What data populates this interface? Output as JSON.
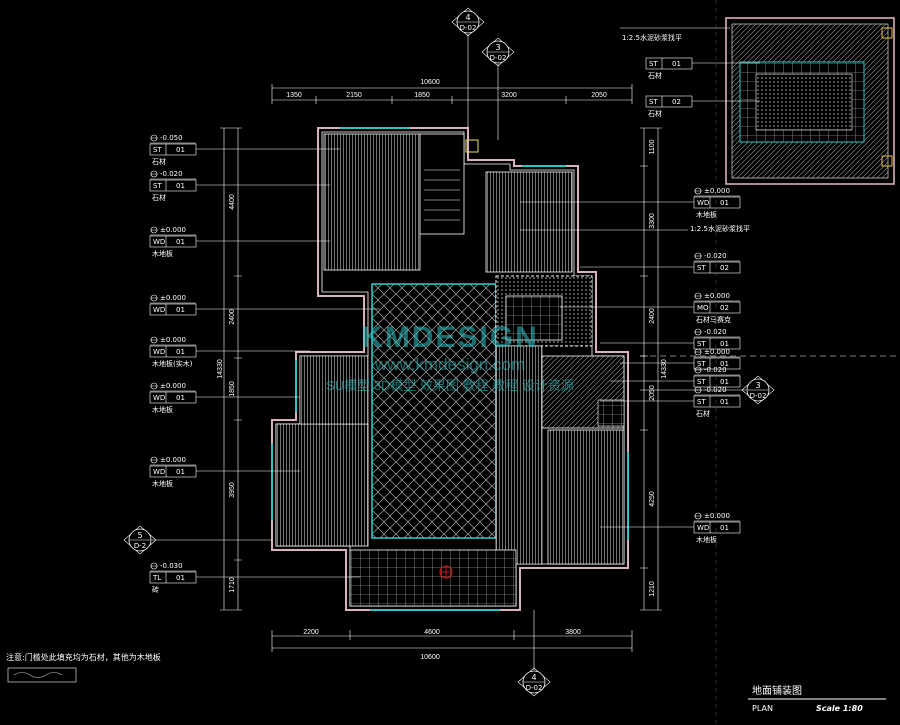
{
  "drawing": {
    "title": "地面铺装图",
    "plan_label": "PLAN",
    "scale": "Scale 1:80",
    "note": "注意:门槛处此填充均为石材，其他为木地板"
  },
  "dims": {
    "top_total": "10600",
    "top": [
      "1350",
      "2150",
      "1850",
      "3200",
      "2050"
    ],
    "bottom_total": "10600",
    "bottom": [
      "2200",
      "4600",
      "3800"
    ],
    "left_total": "14330",
    "left": [
      "4400",
      "2400",
      "1850",
      "3950",
      "1710"
    ],
    "right_total": "14330",
    "right": [
      "1100",
      "3300",
      "2400",
      "2050",
      "4250",
      "1210"
    ]
  },
  "section_marks": [
    {
      "num": "4",
      "ref": "D-02"
    },
    {
      "num": "3",
      "ref": "D-02"
    },
    {
      "num": "3",
      "ref": "D-02"
    },
    {
      "num": "5",
      "ref": "D-2"
    },
    {
      "num": "4",
      "ref": "D-02"
    }
  ],
  "left_tags": [
    {
      "level": "-0.050",
      "code": "ST",
      "num": "01",
      "label": "石材"
    },
    {
      "level": "-0.020",
      "code": "ST",
      "num": "01",
      "label": "石材"
    },
    {
      "level": "±0.000",
      "code": "WD",
      "num": "01",
      "label": "木地板"
    },
    {
      "level": "±0.000",
      "code": "WD",
      "num": "01",
      "label": ""
    },
    {
      "level": "±0.000",
      "code": "WD",
      "num": "01",
      "label": "木地板(实木)"
    },
    {
      "level": "±0.000",
      "code": "WD",
      "num": "01",
      "label": "木地板"
    },
    {
      "level": "±0.000",
      "code": "WD",
      "num": "01",
      "label": "木地板"
    },
    {
      "level": "-0.030",
      "code": "TL",
      "num": "01",
      "label": "砖"
    }
  ],
  "right_tags": [
    {
      "level": "±0.000",
      "code": "WD",
      "num": "01",
      "label": "木地板"
    },
    {
      "level": "-0.020",
      "code": "ST",
      "num": "02",
      "label": ""
    },
    {
      "level": "±0.000",
      "code": "MO",
      "num": "02",
      "label": "石材马赛克"
    },
    {
      "level": "-0.020",
      "code": "ST",
      "num": "01",
      "label": ""
    },
    {
      "level": "±0.000",
      "code": "ST",
      "num": "01",
      "label": ""
    },
    {
      "level": "-0.020",
      "code": "ST",
      "num": "01",
      "label": ""
    },
    {
      "level": "-0.020",
      "code": "ST",
      "num": "01",
      "label": "石材"
    },
    {
      "level": "±0.000",
      "code": "WD",
      "num": "01",
      "label": "木地板"
    }
  ],
  "mortar_label": "1:2.5水泥砂浆找平",
  "inset": {
    "mortar": "1:2.5水泥砂浆找平",
    "tags": [
      {
        "code": "ST",
        "num": "01",
        "label": "石材"
      },
      {
        "code": "ST",
        "num": "02",
        "label": "石材"
      }
    ]
  },
  "watermark": {
    "brand": "KMDESIGN",
    "url": "www.kmdesign.com",
    "tagline": "SU模型 3D模型 效果图 教程 教程 设计资源"
  },
  "colors": {
    "bg": "#000000",
    "line": "#ffffff",
    "accent": "#2ec4c4",
    "wall": "#d8b0c0",
    "red": "#e02020"
  }
}
